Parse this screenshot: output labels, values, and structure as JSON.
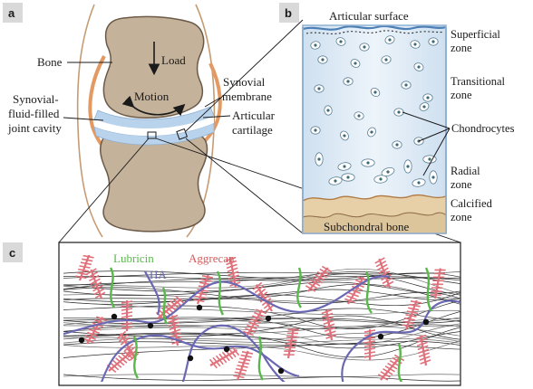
{
  "panels": {
    "a": {
      "letter": "a",
      "labels": {
        "bone": "Bone",
        "load": "Load",
        "motion": "Motion",
        "synovial_fluid_1": "Synovial-",
        "synovial_fluid_2": "fluid-filled",
        "synovial_fluid_3": "joint cavity",
        "synovial_membrane_1": "Synovial",
        "synovial_membrane_2": "membrane",
        "articular_cartilage_1": "Articular",
        "articular_cartilage_2": "cartilage"
      }
    },
    "b": {
      "letter": "b",
      "labels": {
        "articular_surface": "Articular surface",
        "superficial_1": "Superficial",
        "superficial_2": "zone",
        "transitional_1": "Transitional",
        "transitional_2": "zone",
        "chondrocytes": "Chondrocytes",
        "radial_1": "Radial",
        "radial_2": "zone",
        "calcified_1": "Calcified",
        "calcified_2": "zone",
        "subchondral_bone": "Subchondral bone"
      }
    },
    "c": {
      "letter": "c",
      "labels": {
        "lubricin": "Lubricin",
        "ha": "HA",
        "aggrecan": "Aggrecan"
      }
    }
  },
  "colors": {
    "bone": "#c4b29a",
    "bone_outline": "#6b5a48",
    "cartilage_blue": "#b9d3ec",
    "tissue_bg": "#e4eef6",
    "calcified": "#e7cfa8",
    "subchondral": "#dcc49b",
    "panel_tab": "#d9d9d9",
    "lubricin": "#58b84a",
    "ha": "#6a68b3",
    "aggrecan": "#e0707a",
    "aggrecan_label": "#d85a5a",
    "collagen": "#222222"
  }
}
